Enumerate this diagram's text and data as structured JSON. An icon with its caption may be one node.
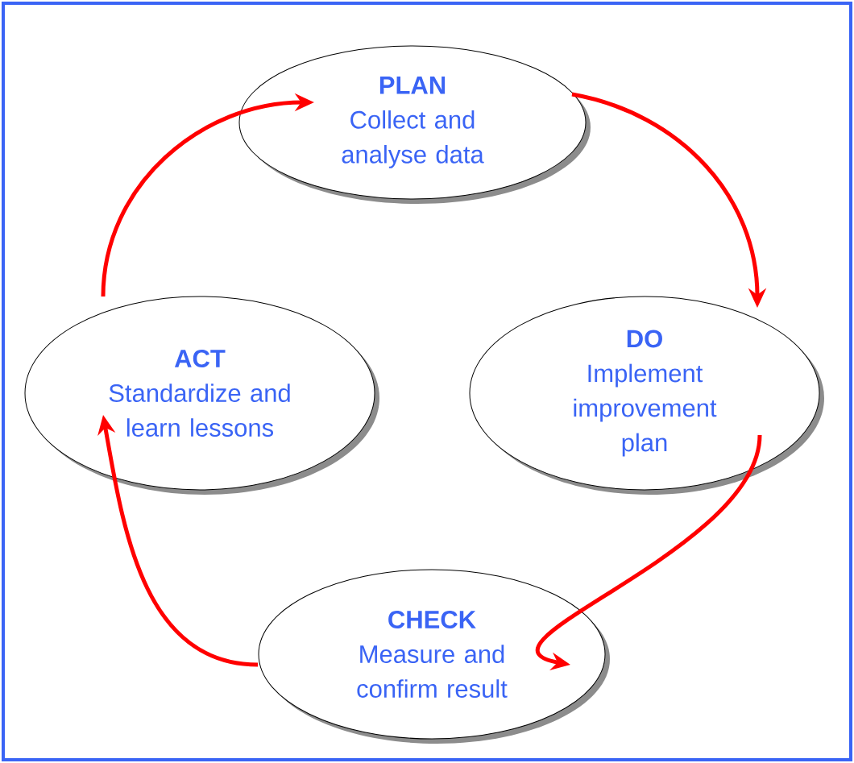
{
  "diagram": {
    "nodes": [
      {
        "text": [
          "PLAN",
          "Collect and analyse data"
        ]
      },
      {
        "text": [
          "DO",
          "Implement improvement plan"
        ]
      },
      {
        "text": [
          "CHECK",
          "Measure and confirm result"
        ]
      },
      {
        "text": [
          "ACT",
          "Standardize and learn lessons"
        ]
      }
    ],
    "edges": [
      {
        "from": 0,
        "to": 1,
        "arrow": "to"
      },
      {
        "from": 1,
        "to": 2,
        "arrow": "to"
      },
      {
        "from": 2,
        "to": 3,
        "arrow": "to"
      },
      {
        "from": 3,
        "to": 0,
        "arrow": "to"
      }
    ]
  }
}
